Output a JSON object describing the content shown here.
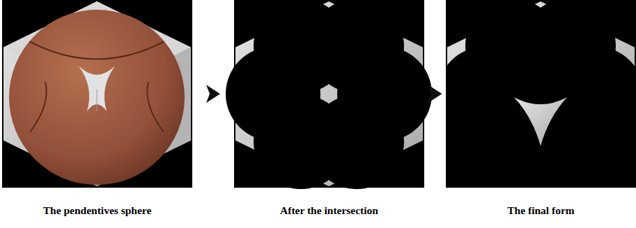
{
  "diagram": {
    "nodes": [
      {
        "text": [
          "The pendentives sphere"
        ]
      },
      {
        "text": [
          "After the intersection"
        ]
      },
      {
        "text": [
          "The final form"
        ]
      }
    ],
    "edges": [
      {
        "from": 0,
        "to": 1,
        "arrow": "to"
      },
      {
        "from": 1,
        "to": 2,
        "arrow": "to"
      }
    ]
  }
}
